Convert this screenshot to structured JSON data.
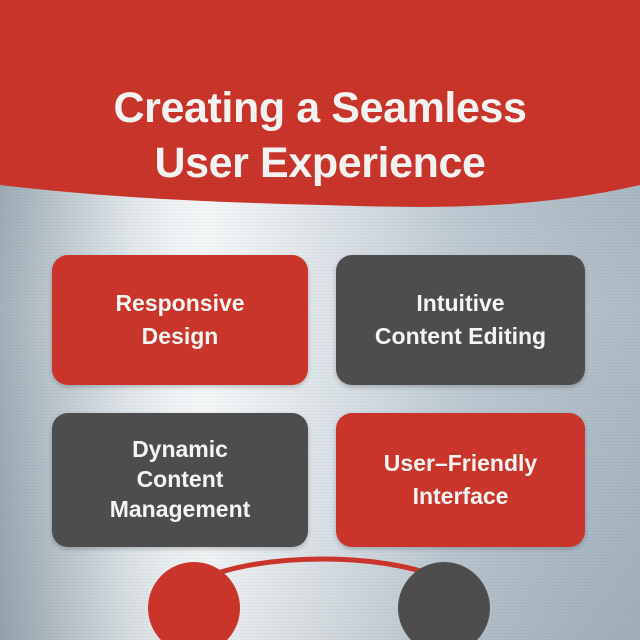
{
  "poster": {
    "title_line_1": "Creating a Seamless",
    "title_line_2": "User Experience"
  },
  "colors": {
    "brand_red": "#c9342b",
    "dark_gray": "#4d4d4d",
    "title_text": "#f2f2f0",
    "card_text": "#f4f4f2",
    "background_light": "#f4f7f8",
    "background_edge": "#9aa8b2"
  },
  "cards": [
    {
      "id": "responsive",
      "label": "Responsive\nDesign",
      "style": "red"
    },
    {
      "id": "intuitive",
      "label": "Intuitive\nContent Editing",
      "style": "dark"
    },
    {
      "id": "dynamic",
      "label": "Dynamic\nContent\nManagement",
      "style": "dark"
    },
    {
      "id": "userfriendly",
      "label": "User–Friendly\nInterface",
      "style": "red"
    }
  ],
  "cards_text": {
    "responsive_l1": "Responsive",
    "responsive_l2": "Design",
    "intuitive_l1": "Intuitive",
    "intuitive_l2": "Content Editing",
    "dynamic_l1": "Dynamic",
    "dynamic_l2": "Content",
    "dynamic_l3": "Management",
    "userfriendly_l1": "User–Friendly",
    "userfriendly_l2": "Interface"
  },
  "decoration": {
    "node_left_color": "#c9342b",
    "node_right_color": "#4d4d4d",
    "connector_color": "#c9342b"
  }
}
